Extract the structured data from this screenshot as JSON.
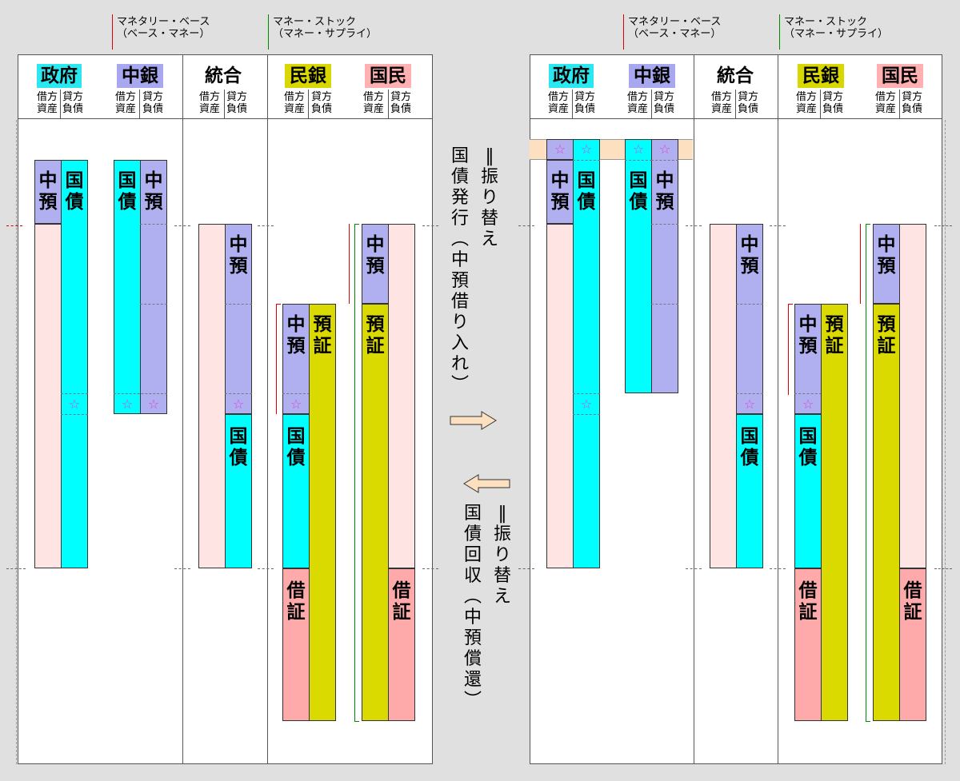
{
  "entities": {
    "gov": "政府",
    "cb": "中銀",
    "consolidated": "統合",
    "banks": "民銀",
    "public": "国民"
  },
  "columns": {
    "asset": "借方\n資産",
    "liability": "貸方\n負債"
  },
  "aggregates": {
    "monetary_base": "マネタリー・ベース\n（ベース・マネー）",
    "money_stock": "マネー・ストック\n（マネー・サプライ）"
  },
  "items": {
    "cb_deposit": "中\n預",
    "jgb": "国\n債",
    "deposit_cert": "預\n証",
    "loan_cert": "借\n証",
    "star": "☆"
  },
  "arrows": {
    "issue_label": "国債発行（中預借り入れ）",
    "issue_note": "＝振り替え",
    "redeem_label": "国債回収（中預償還）",
    "redeem_note": "＝振り替え"
  },
  "colors": {
    "gov_header": "#2be8f0",
    "cb_header": "#a8a8f0",
    "banks_header": "#d8d800",
    "public_header": "#ffb0b0",
    "cb_deposit": "#b0b0f0",
    "jgb": "#00ffff",
    "deposit_cert": "#dada00",
    "loan_cert": "#ffaaaa",
    "pale_asset": "#ffe4e4",
    "star_band": "#fde0c0",
    "monetary_base_marker": "#e00000",
    "money_stock_marker": "#008a00"
  }
}
